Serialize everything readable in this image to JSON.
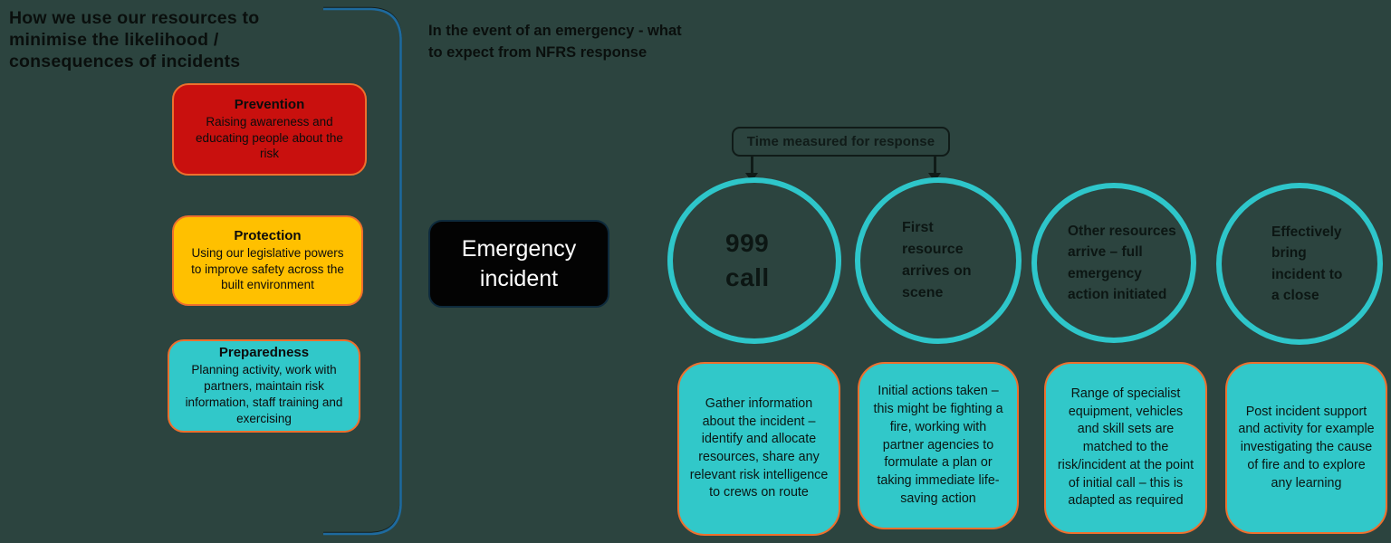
{
  "colors": {
    "bg": "#2C443F",
    "red": "#C9100E",
    "yellow": "#FFC000",
    "teal": "#31C8C9",
    "teal-stroke": "#2EC6CA",
    "orange": "#EE6F2D",
    "bracket-blue": "#1E6A9E",
    "ink": "#101B18"
  },
  "left_panel": {
    "title": "How we use our resources to\nminimise the likelihood /\nconsequences of incidents",
    "boxes": [
      {
        "title": "Prevention",
        "body": "Raising awareness and educating people about the risk"
      },
      {
        "title": "Protection",
        "body": "Using our legislative powers to improve safety across the built environment"
      },
      {
        "title": "Preparedness",
        "body": "Planning activity, work with partners, maintain risk information, staff training and exercising"
      }
    ]
  },
  "right_panel": {
    "title": "In the event of an emergency - what\nto expect from NFRS response",
    "emergency_box_label": "Emergency\nincident",
    "time_label": "Time measured for response",
    "stages": [
      {
        "circle_label": "999\ncall",
        "detail": "Gather information about the incident – identify and allocate resources, share any relevant risk intelligence to crews on route"
      },
      {
        "circle_label": "First\nresource\narrives on\nscene",
        "detail": "Initial actions taken – this might be fighting a fire, working with partner agencies to formulate a plan or taking immediate life-saving action"
      },
      {
        "circle_label": "Other resources\narrive – full\nemergency\naction initiated",
        "detail": "Range of specialist equipment, vehicles and skill sets are matched to the risk/incident at the point of initial call – this is adapted as required"
      },
      {
        "circle_label": "Effectively\nbring\nincident to\na close",
        "detail": "Post incident support and activity for example investigating the cause of fire and to explore any learning"
      }
    ]
  }
}
